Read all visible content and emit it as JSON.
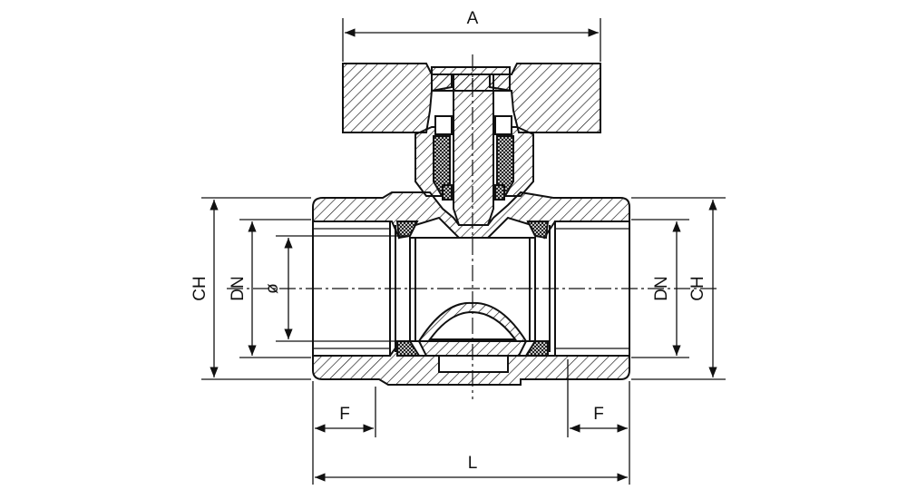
{
  "labels": {
    "overall_width": "A",
    "hex_left": "CH",
    "nominal_left": "DN",
    "bore": "ø",
    "nominal_right": "DN",
    "hex_right": "CH",
    "thread_left": "F",
    "thread_right": "F",
    "length": "L"
  }
}
